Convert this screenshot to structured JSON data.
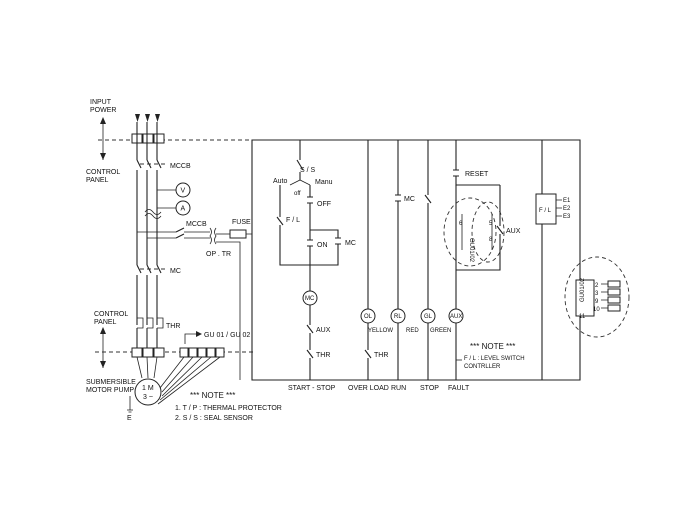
{
  "labels": {
    "input_power_1": "INPUT",
    "input_power_2": "POWER",
    "control_panel_top_1": "CONTROL",
    "control_panel_top_2": "PANEL",
    "mccb_main": "MCCB",
    "volt": "V",
    "amp": "A",
    "mccb_ctrl": "MCCB",
    "fuse": "FUSE",
    "op_tr": "OP . TR",
    "mc_power": "MC",
    "control_panel_bot_1": "CONTROL",
    "control_panel_bot_2": "PANEL",
    "thr_power": "THR",
    "gu_label": "GU 01 / GU 02",
    "pump_1": "SUBMERSIBLE",
    "pump_2": "MOTOR PUMP",
    "motor_1": "1 M",
    "motor_2": "3 ~",
    "earth": "E",
    "note1_title": "***  NOTE  ***",
    "note1_line1": "1. T / P : THERMAL PROTECTOR",
    "note1_line2": "2. S / S : SEAL SENSOR",
    "ss": "S / S",
    "auto": "Auto",
    "manu": "Manu",
    "off_sel": "off",
    "off_btn": "OFF",
    "fl_contact": "F / L",
    "on_btn": "ON",
    "mc_hold": "MC",
    "mc_coil": "MC",
    "aux_contact": "AUX",
    "thr_contact": "THR",
    "start_stop": "START - STOP",
    "mc_run": "MC",
    "ol_lamp": "OL",
    "yellow": "YELLOW",
    "thr_ol": "THR",
    "over_load": "OVER LOAD",
    "rl_lamp": "RL",
    "red": "RED",
    "run": "RUN",
    "gl_lamp": "GL",
    "green": "GREEN",
    "stop": "STOP",
    "aux_lamp": "AUX",
    "fault": "FAULT",
    "reset": "RESET",
    "gu_relay": "GU01/02",
    "relay_num_a": "6",
    "relay_num_b": "5",
    "relay_num_c": "8",
    "aux_relay": "AUX",
    "fl_relay": "F / L",
    "e1": "E1",
    "e2": "E2",
    "e3": "E3",
    "note2_title": "***  NOTE  ***",
    "note2_line1": "F / L : LEVEL SWITCH",
    "note2_line2": "CONTRLLER",
    "gu_socket": "GU01/02",
    "pin_2": "2",
    "pin_3": "3",
    "pin_9": "9",
    "pin_10": "10",
    "pin_11": "11"
  }
}
